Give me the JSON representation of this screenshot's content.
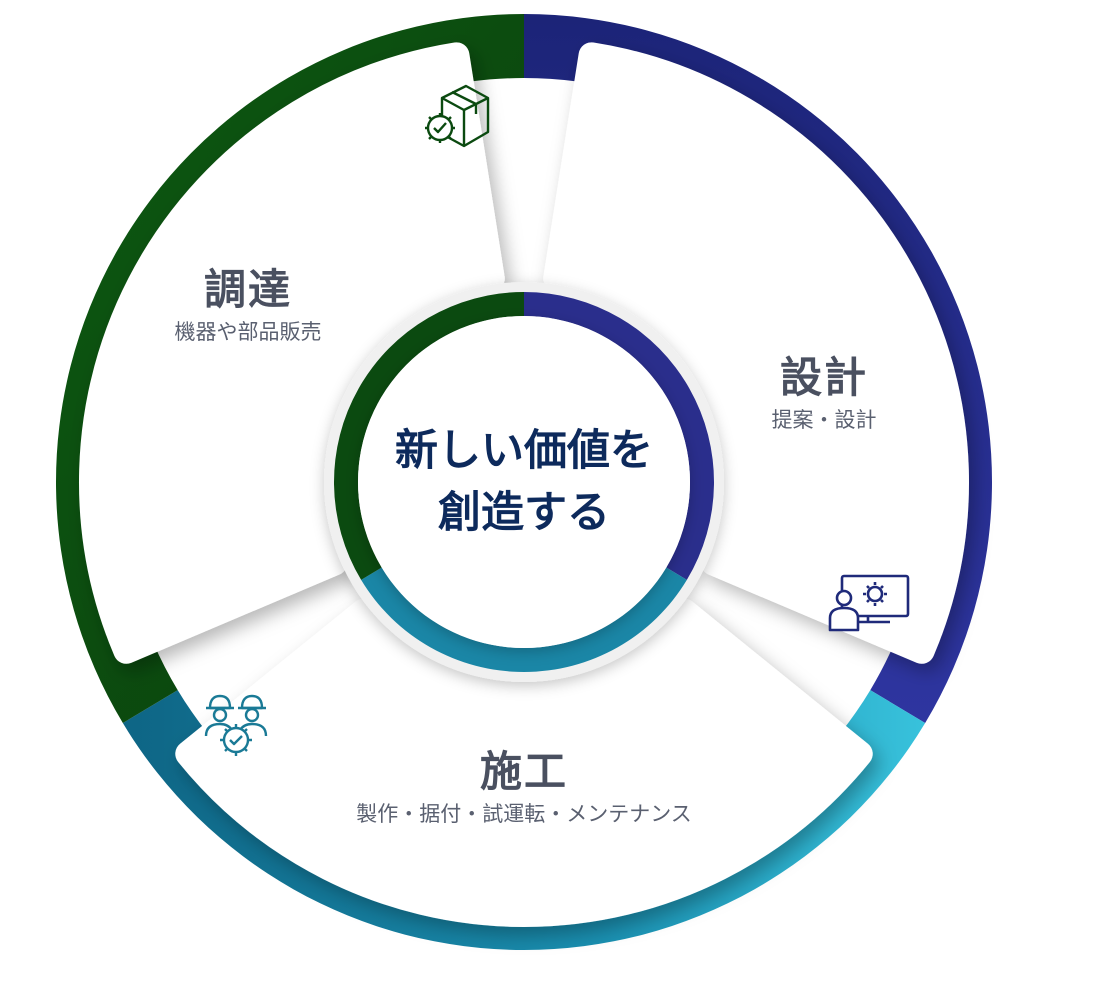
{
  "center": {
    "line1": "新しい価値を",
    "line2": "創造する"
  },
  "segments": [
    {
      "id": "procurement",
      "title": "調達",
      "subtitle": "機器や部品販売",
      "icon": "package-check-icon"
    },
    {
      "id": "design",
      "title": "設計",
      "subtitle": "提案・設計",
      "icon": "engineer-monitor-gear-icon"
    },
    {
      "id": "construction",
      "title": "施工",
      "subtitle": "製作・据付・試運転・メンテナンス",
      "icon": "workers-gear-check-icon"
    }
  ],
  "colors": {
    "procurement": "#0b4a10",
    "design": "#2a2e8c",
    "construction": "#1a7a96",
    "construction_light": "#35bcd6",
    "title_text": "#4a5060",
    "center_text": "#0d2a5c"
  }
}
